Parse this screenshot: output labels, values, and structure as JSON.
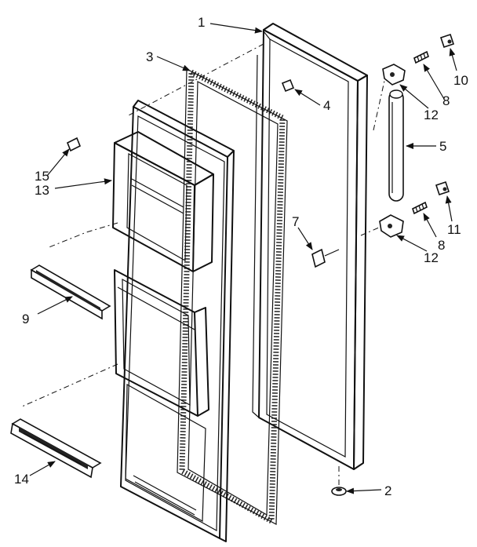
{
  "callouts": [
    {
      "id": "1",
      "text": "1"
    },
    {
      "id": "2",
      "text": "2"
    },
    {
      "id": "3",
      "text": "3"
    },
    {
      "id": "4",
      "text": "4"
    },
    {
      "id": "5",
      "text": "5"
    },
    {
      "id": "7",
      "text": "7"
    },
    {
      "id": "8a",
      "text": "8"
    },
    {
      "id": "8b",
      "text": "8"
    },
    {
      "id": "9",
      "text": "9"
    },
    {
      "id": "10",
      "text": "10"
    },
    {
      "id": "11",
      "text": "11"
    },
    {
      "id": "12a",
      "text": "12"
    },
    {
      "id": "12b",
      "text": "12"
    },
    {
      "id": "13",
      "text": "13"
    },
    {
      "id": "14",
      "text": "14"
    },
    {
      "id": "15",
      "text": "15"
    }
  ]
}
